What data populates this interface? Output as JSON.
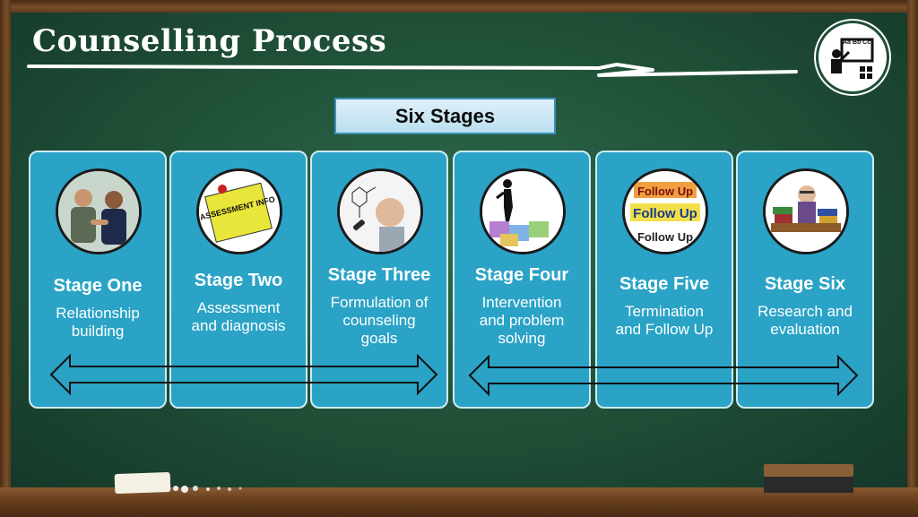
{
  "slide": {
    "title": "Counselling Process",
    "subtitle": "Six Stages",
    "logo_text": "Aa Bb Cc",
    "logo_icon": "teacher-at-board-icon"
  },
  "stages": [
    {
      "title": "Stage One",
      "description": "Relationship\nbuilding",
      "image": "handshake-meeting-photo"
    },
    {
      "title": "Stage Two",
      "description": "Assessment\nand diagnosis",
      "image": "assessment-info-sticky-note",
      "image_text": "ASSESSMENT INFO"
    },
    {
      "title": "Stage Three",
      "description": "Formulation of\ncounseling\ngoals",
      "image": "man-drawing-molecules-photo"
    },
    {
      "title": "Stage Four",
      "description": "Intervention\nand problem\nsolving",
      "image": "puzzle-pieces-silhouette"
    },
    {
      "title": "Stage Five",
      "description": "Termination\nand Follow Up",
      "image": "follow-up-text-graphic",
      "image_text": "Follow Up"
    },
    {
      "title": "Stage Six",
      "description": "Research and\nevaluation",
      "image": "researcher-with-books-cartoon"
    }
  ],
  "colors": {
    "board": "#1f4f37",
    "card": "#2aa3c6",
    "card_border": "#cfeaf4",
    "label_bg": "#c9e8f5",
    "frame": "#6a4020"
  }
}
